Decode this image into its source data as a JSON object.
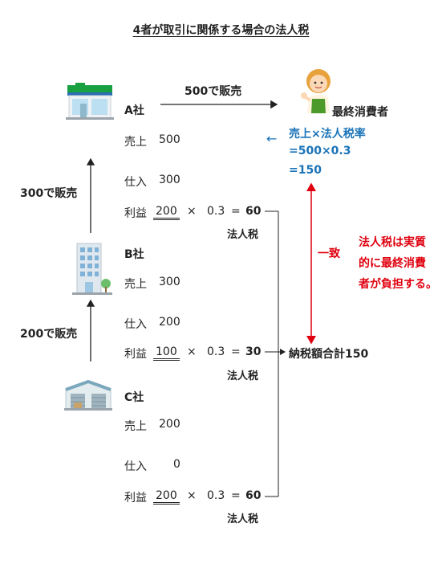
{
  "title": "4者が取引に関係する場合の法人税",
  "arrows": {
    "sale_to_consumer": "500で販売",
    "sale_b_to_a": "300で販売",
    "sale_c_to_b": "200で販売"
  },
  "consumer": {
    "label": "最終消費者",
    "formula": [
      "売上×法人税率",
      "=500×0.3",
      "=150"
    ],
    "left_arrow": "←"
  },
  "agreement": "一致",
  "note": [
    "法人税は実質",
    "的に最終消費",
    "者が負担する。"
  ],
  "total": "納税額合計150",
  "companies": [
    {
      "name": "A社",
      "sales_label": "売上",
      "sales": "500",
      "purchase_label": "仕入",
      "purchase": "300",
      "profit_label": "利益",
      "profit": "200",
      "times": "×",
      "rate": "0.3",
      "equals": "=",
      "tax": "60",
      "tax_label": "法人税"
    },
    {
      "name": "B社",
      "sales_label": "売上",
      "sales": "300",
      "purchase_label": "仕入",
      "purchase": "200",
      "profit_label": "利益",
      "profit": "100",
      "times": "×",
      "rate": "0.3",
      "equals": "=",
      "tax": "30",
      "tax_label": "法人税"
    },
    {
      "name": "C社",
      "sales_label": "売上",
      "sales": "200",
      "purchase_label": "仕入",
      "purchase": "0",
      "profit_label": "利益",
      "profit": "200",
      "times": "×",
      "rate": "0.3",
      "equals": "=",
      "tax": "60",
      "tax_label": "法人税"
    }
  ],
  "colors": {
    "blue": "#1a73b8",
    "red": "#e0000f"
  }
}
